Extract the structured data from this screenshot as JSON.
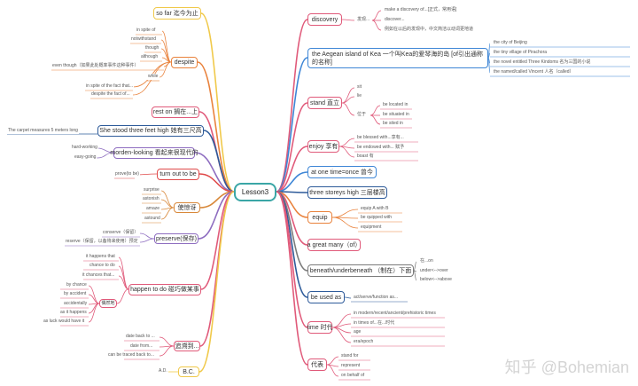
{
  "center": "Lesson3",
  "watermark": "知乎 @Bohemian",
  "colors": {
    "yellow": "#f0c94a",
    "orange": "#e9823c",
    "pink": "#e05a7a",
    "red": "#e04a4a",
    "gray": "#7b7b7b",
    "lime": "#9ac94a",
    "purple": "#8e6dc0",
    "blue": "#3e86d6",
    "navy": "#2e5b9a",
    "teal": "#3aa6a6",
    "tan": "#c9a96e",
    "darkorange": "#d8883a"
  },
  "left": [
    {
      "label": "so far 迄今为止",
      "leaves": []
    },
    {
      "label": "despite",
      "leaves": [
        "in spite of",
        "notwithstand",
        "though",
        "although",
        "even though（如果此处概率事件这种事件）",
        "while",
        "in spite of the fact that...",
        "despite the fact of..."
      ]
    },
    {
      "label": "rest on 搁在...上",
      "leaves": []
    },
    {
      "label": "She stood three feet high 她有三尺高",
      "leaves": [
        "The carpet measures 5 meters long"
      ]
    },
    {
      "label": "morden-looking 看起来很现代的",
      "leaves": [
        "hard-working",
        "easy-going"
      ]
    },
    {
      "label": "turn out to be",
      "leaves": [
        "prove(to be)"
      ]
    },
    {
      "label": "使惊讶",
      "leaves": [
        "surprise",
        "astonish",
        "amaze",
        "astound"
      ]
    },
    {
      "label": "preserve(保存)",
      "leaves": [
        "conserve（保留）",
        "reserve（保留，以备将来使用）预定"
      ]
    },
    {
      "label": "happen to do 碰巧做某事",
      "leaves": [
        "it happens that",
        "chance to do",
        "it chances that..."
      ]
    },
    {
      "label": "偶然地",
      "leaves": [
        "by chance",
        "by accident",
        "accidentally",
        "as it happens",
        "as luck would have it"
      ]
    },
    {
      "label": "追溯到...",
      "leaves": [
        "date back to ...",
        "date from...",
        "can be traced back to..."
      ]
    },
    {
      "label": "B.C.",
      "leaves": [
        "A.D."
      ]
    }
  ],
  "right": [
    {
      "label": "discovery",
      "leaves": [
        "make a discovery of...[正式，常用语]",
        "发现...",
        "discover...",
        "例如在以后的发现中，中文简洁以动词更地道"
      ]
    },
    {
      "label": "the Aegean island of Kea 一个叫Kea的爱琴海的岛 [of引出通称的名称]",
      "leaves": [
        "the city of Beijing",
        "the tiny village of Pirachora",
        "the novel entitled Three Kindoms 名为三国的小说",
        "the named/called Vincent 人名（called）"
      ]
    },
    {
      "label": "stand 直立",
      "leaves": [
        "sit",
        "lie",
        "位于"
      ]
    },
    {
      "label": "enjoy 享有",
      "leaves": [
        "be blessed with...享有...",
        "be endowed with... 赋予",
        "boast 有"
      ]
    },
    {
      "label": "at one time=once 曾今",
      "leaves": []
    },
    {
      "label": "three storeys high 三层楼高",
      "leaves": []
    },
    {
      "label": "equip",
      "leaves": [
        "equip A with B",
        "be quipped with",
        "equipment"
      ]
    },
    {
      "label": "a great many（of）",
      "leaves": []
    },
    {
      "label": "beneath/underbeneath （制在）下面",
      "leaves": [
        "在...on",
        "under<-->over",
        "below<-->above"
      ]
    },
    {
      "label": "be used as",
      "leaves": [
        "act/serve/function as..."
      ]
    },
    {
      "label": "time 时代",
      "leaves": [
        "in modern/recent/ancient/prehistoric times",
        "in times of...在...时代",
        "age",
        "era/epoch"
      ]
    },
    {
      "label": "代表",
      "leaves": [
        "stand for",
        "represent",
        "on behalf of"
      ]
    }
  ],
  "location_leaves": [
    "be located in",
    "be situated in",
    "be sited in"
  ]
}
